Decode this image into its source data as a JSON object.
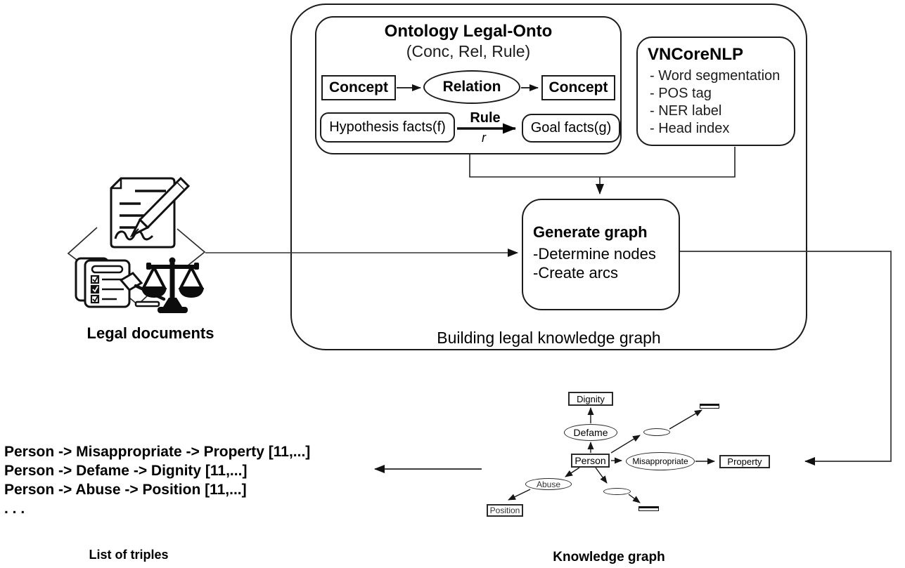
{
  "container": {
    "label": "Building legal knowledge graph"
  },
  "ontology": {
    "title": "Ontology Legal-Onto",
    "subtitle": "(Conc, Rel, Rule)",
    "concept_left": "Concept",
    "relation": "Relation",
    "concept_right": "Concept",
    "hypothesis": "Hypothesis facts(f)",
    "rule_label": "Rule",
    "rule_sub": "r",
    "goal": "Goal facts(g)"
  },
  "vncorenlp": {
    "title": "VNCoreNLP",
    "items": [
      "- Word segmentation",
      "- POS tag",
      "- NER label",
      "- Head index"
    ]
  },
  "generate": {
    "title": "Generate graph",
    "items": [
      "-Determine nodes",
      "-Create arcs"
    ]
  },
  "legal_documents": {
    "label": "Legal documents"
  },
  "triples": {
    "lines": [
      "Person -> Misappropriate -> Property [11,...]",
      "Person -> Defame -> Dignity [11,...]",
      "Person -> Abuse -> Position [11,...]",
      ". . ."
    ],
    "caption": "List of triples"
  },
  "knowledge_graph": {
    "caption": "Knowledge graph",
    "nodes": {
      "dignity": "Dignity",
      "defame": "Defame",
      "person": "Person",
      "misappropriate": "Misappropriate",
      "property": "Property",
      "abuse": "Abuse",
      "position": "Position"
    }
  },
  "icons": {
    "legal_documents": [
      "document-pen-icon",
      "checklist-gavel-icon",
      "scales-icon"
    ]
  },
  "colors": {
    "stroke": "#000000",
    "background": "#ffffff"
  }
}
